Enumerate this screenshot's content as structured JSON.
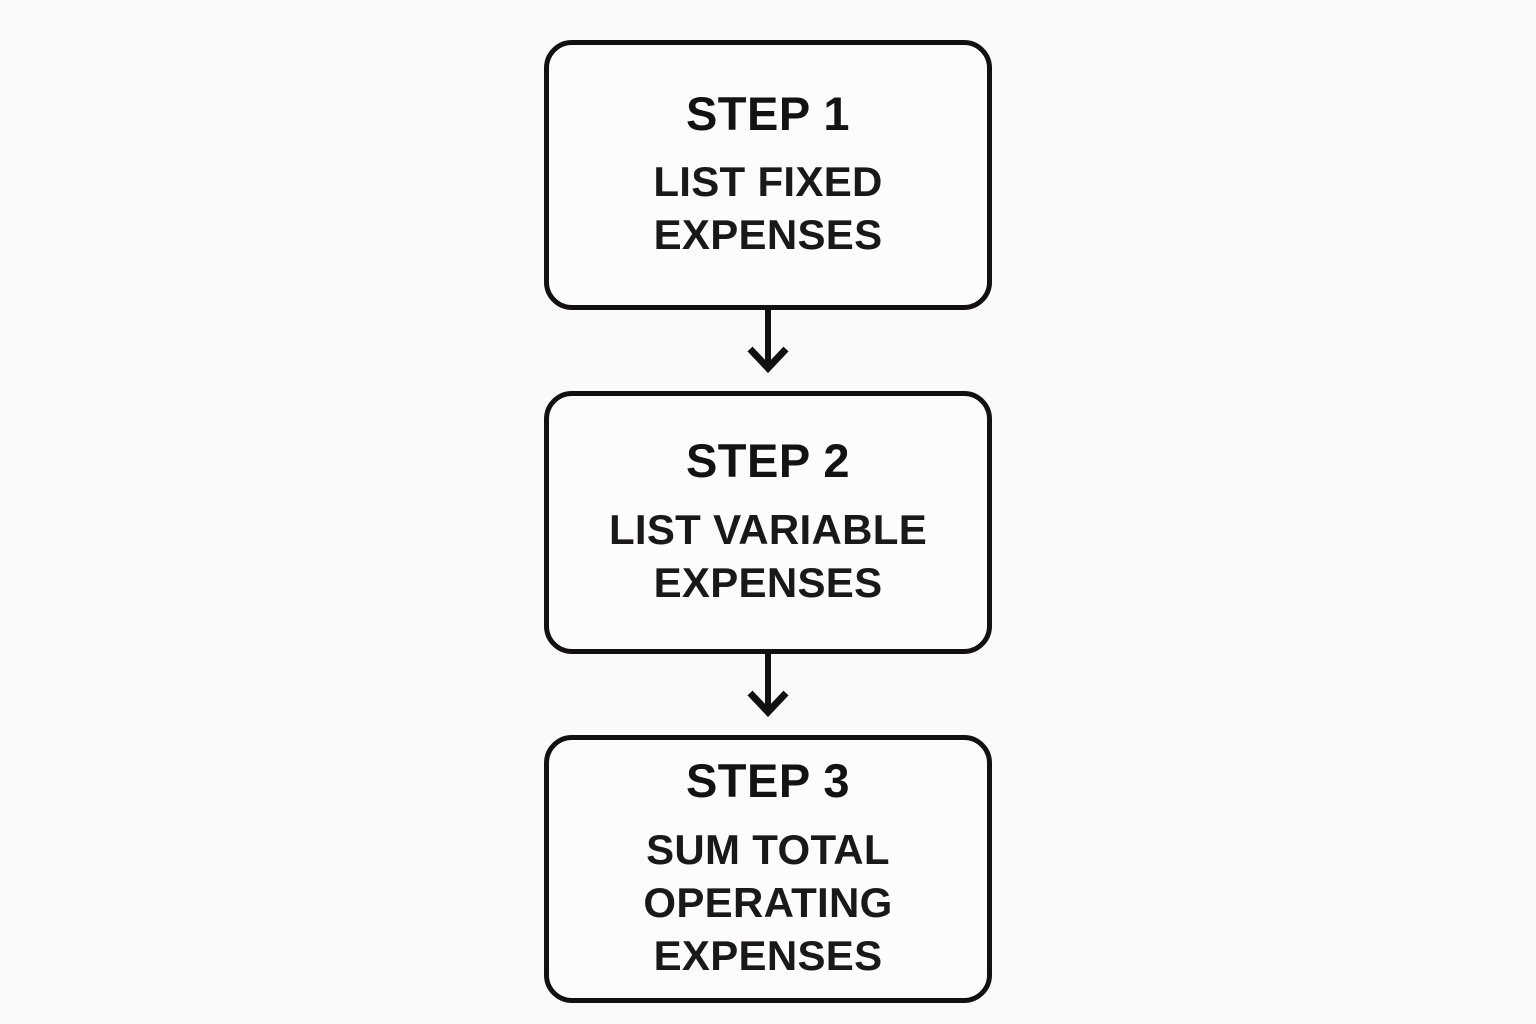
{
  "diagram": {
    "background_color": "#FBFAF8",
    "box_fill_color": "#FDFCFA",
    "box_border_color": "#111111",
    "text_color": "#191919",
    "arrow_icon": "down-arrow-icon",
    "steps": [
      {
        "title": "STEP 1",
        "description": "LIST FIXED EXPENSES",
        "lines": [
          "LIST FIXED",
          "EXPENSES"
        ]
      },
      {
        "title": "STEP 2",
        "description": "LIST VARIABLE EXPENSES",
        "lines": [
          "LIST VARIABLE",
          "EXPENSES"
        ]
      },
      {
        "title": "STEP 3",
        "description": "SUM TOTAL OPERATING EXPENSES",
        "lines": [
          "SUM TOTAL",
          "OPERATING",
          "EXPENSES"
        ]
      }
    ]
  }
}
